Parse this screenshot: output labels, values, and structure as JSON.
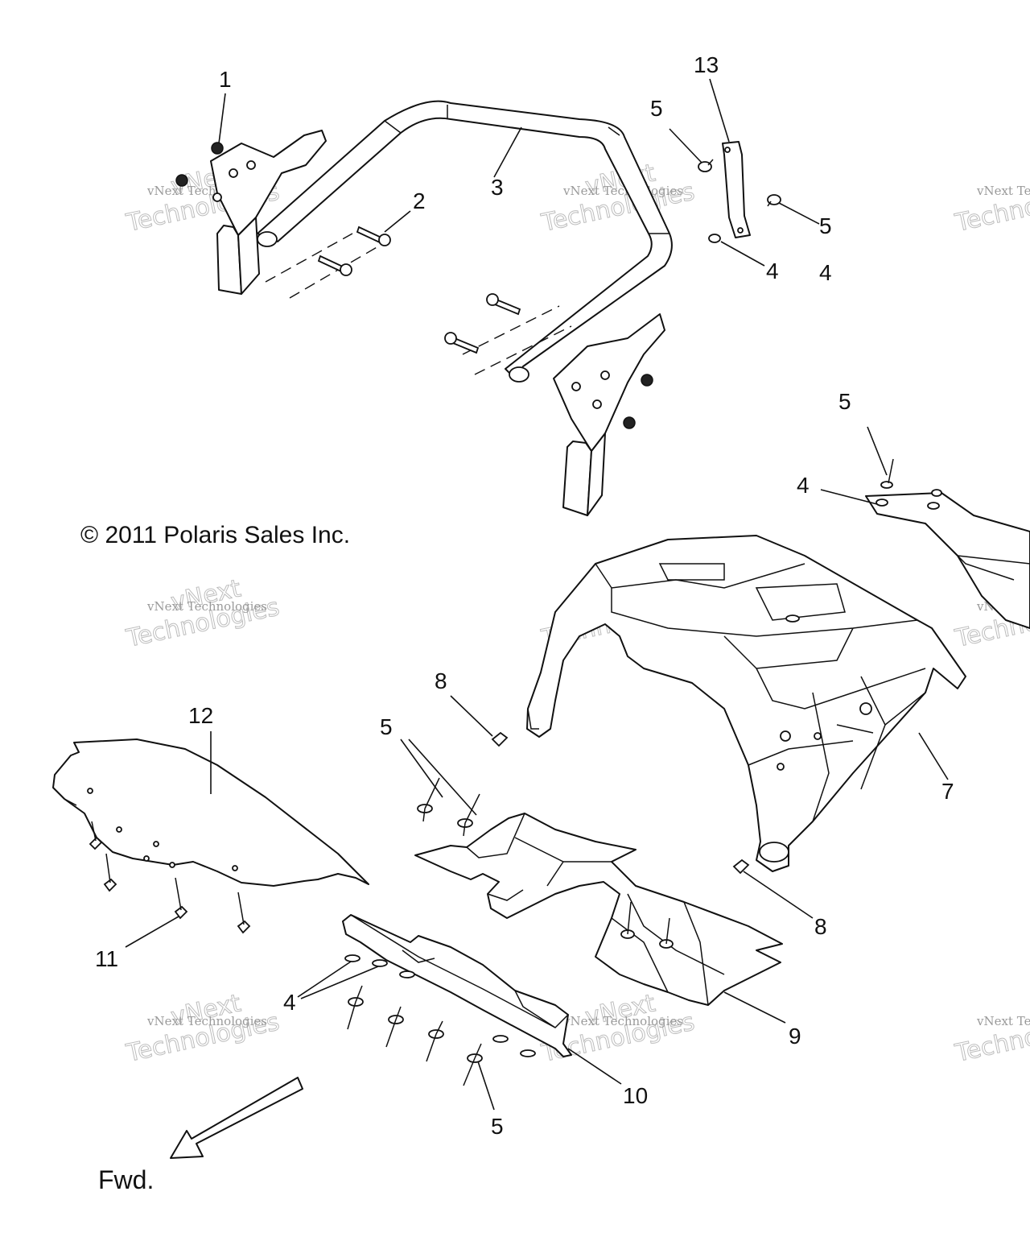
{
  "callouts": {
    "c1": "1",
    "c2": "2",
    "c3": "3",
    "c4a": "4",
    "c4b": "4",
    "c4c": "4",
    "c5a": "5",
    "c5b": "5",
    "c5c": "5",
    "c5d": "5",
    "c5e": "5",
    "c7": "7",
    "c8a": "8",
    "c8b": "8",
    "c9": "9",
    "c10": "10",
    "c11": "11",
    "c12": "12",
    "c13": "13"
  },
  "copyright": "© 2011 Polaris Sales Inc.",
  "direction_label": "Fwd.",
  "watermark": {
    "line1": "vNext Technologies",
    "line2": "Technologies",
    "line3": "vNext"
  }
}
